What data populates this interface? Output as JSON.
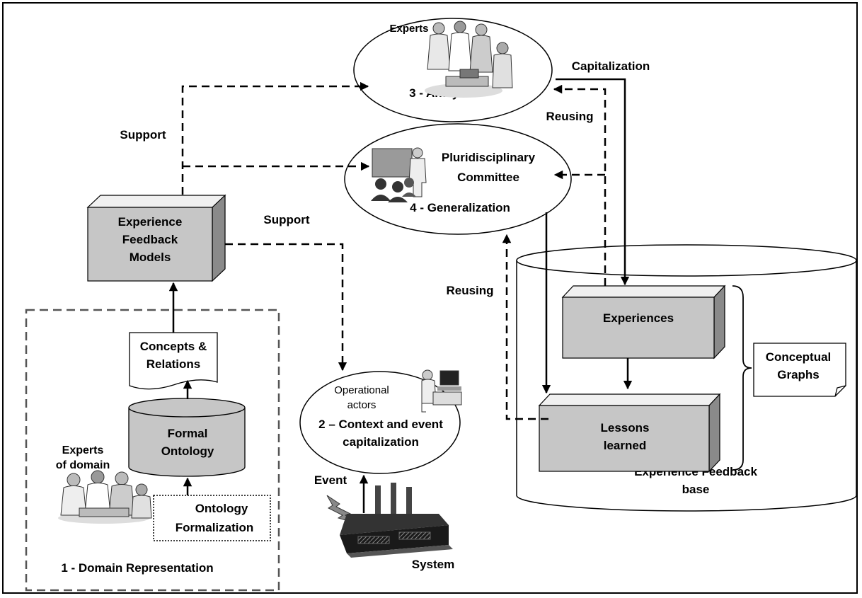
{
  "labels": {
    "experts": "Experts",
    "analysis": "3 - Analysis",
    "capitalization": "Capitalization",
    "reusing_top": "Reusing",
    "support_top": "Support",
    "pluri_line1": "Pluridisciplinary",
    "pluri_line2": "Committee",
    "generalization": "4 - Generalization",
    "support_mid": "Support",
    "efm_line1": "Experience",
    "efm_line2": "Feedback",
    "efm_line3": "Models",
    "reusing_mid": "Reusing",
    "experiences": "Experiences",
    "lessons_line1": "Lessons",
    "lessons_line2": "learned",
    "conceptual_line1": "Conceptual",
    "conceptual_line2": "Graphs",
    "concepts_line1": "Concepts &",
    "concepts_line2": "Relations",
    "operational_line1": "Operational",
    "operational_line2": "actors",
    "context_line1": "2 – Context and event",
    "context_line2": "capitalization",
    "experts_domain_line1": "Experts",
    "experts_domain_line2": "of domain",
    "formal_line1": "Formal",
    "formal_line2": "Ontology",
    "ontology_form_line1": "Ontology",
    "ontology_form_line2": "Formalization",
    "event": "Event",
    "system": "System",
    "efb_line1": "Experience Feedback",
    "efb_line2": "base",
    "domain_rep": "1 - Domain Representation"
  },
  "icons": {
    "experts_group": "experts-group-icon",
    "committee": "presentation-meeting-icon",
    "operator": "computer-operator-icon",
    "domain_experts": "experts-group-icon",
    "factory": "factory-icon",
    "lightning": "lightning-icon"
  }
}
